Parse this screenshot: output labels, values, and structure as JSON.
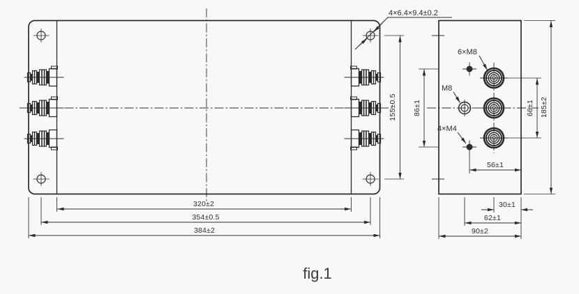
{
  "figure_caption": "fig.1",
  "colors": {
    "ink": "#2b2b2b",
    "background": "#f8f8f8"
  },
  "front_view": {
    "slot_note": "4×6.4×9.4±0.2",
    "dims": {
      "hole_row_spacing": "155±0.5",
      "body_width": "320±2",
      "hole_col_spacing": "354±0.5",
      "overall_width": "384±2"
    }
  },
  "side_view": {
    "labels": {
      "terminal_studs": "6×M8",
      "center_hole": "M8",
      "small_holes": "4×M4"
    },
    "dims": {
      "m4_spacing": "86±1",
      "terminal_spacing": "66±1",
      "overall_height": "185±2",
      "m4_to_edge": "56±1",
      "terminal_to_edge": "30±1",
      "m8_to_edge": "62±1",
      "overall_depth": "90±2"
    }
  }
}
